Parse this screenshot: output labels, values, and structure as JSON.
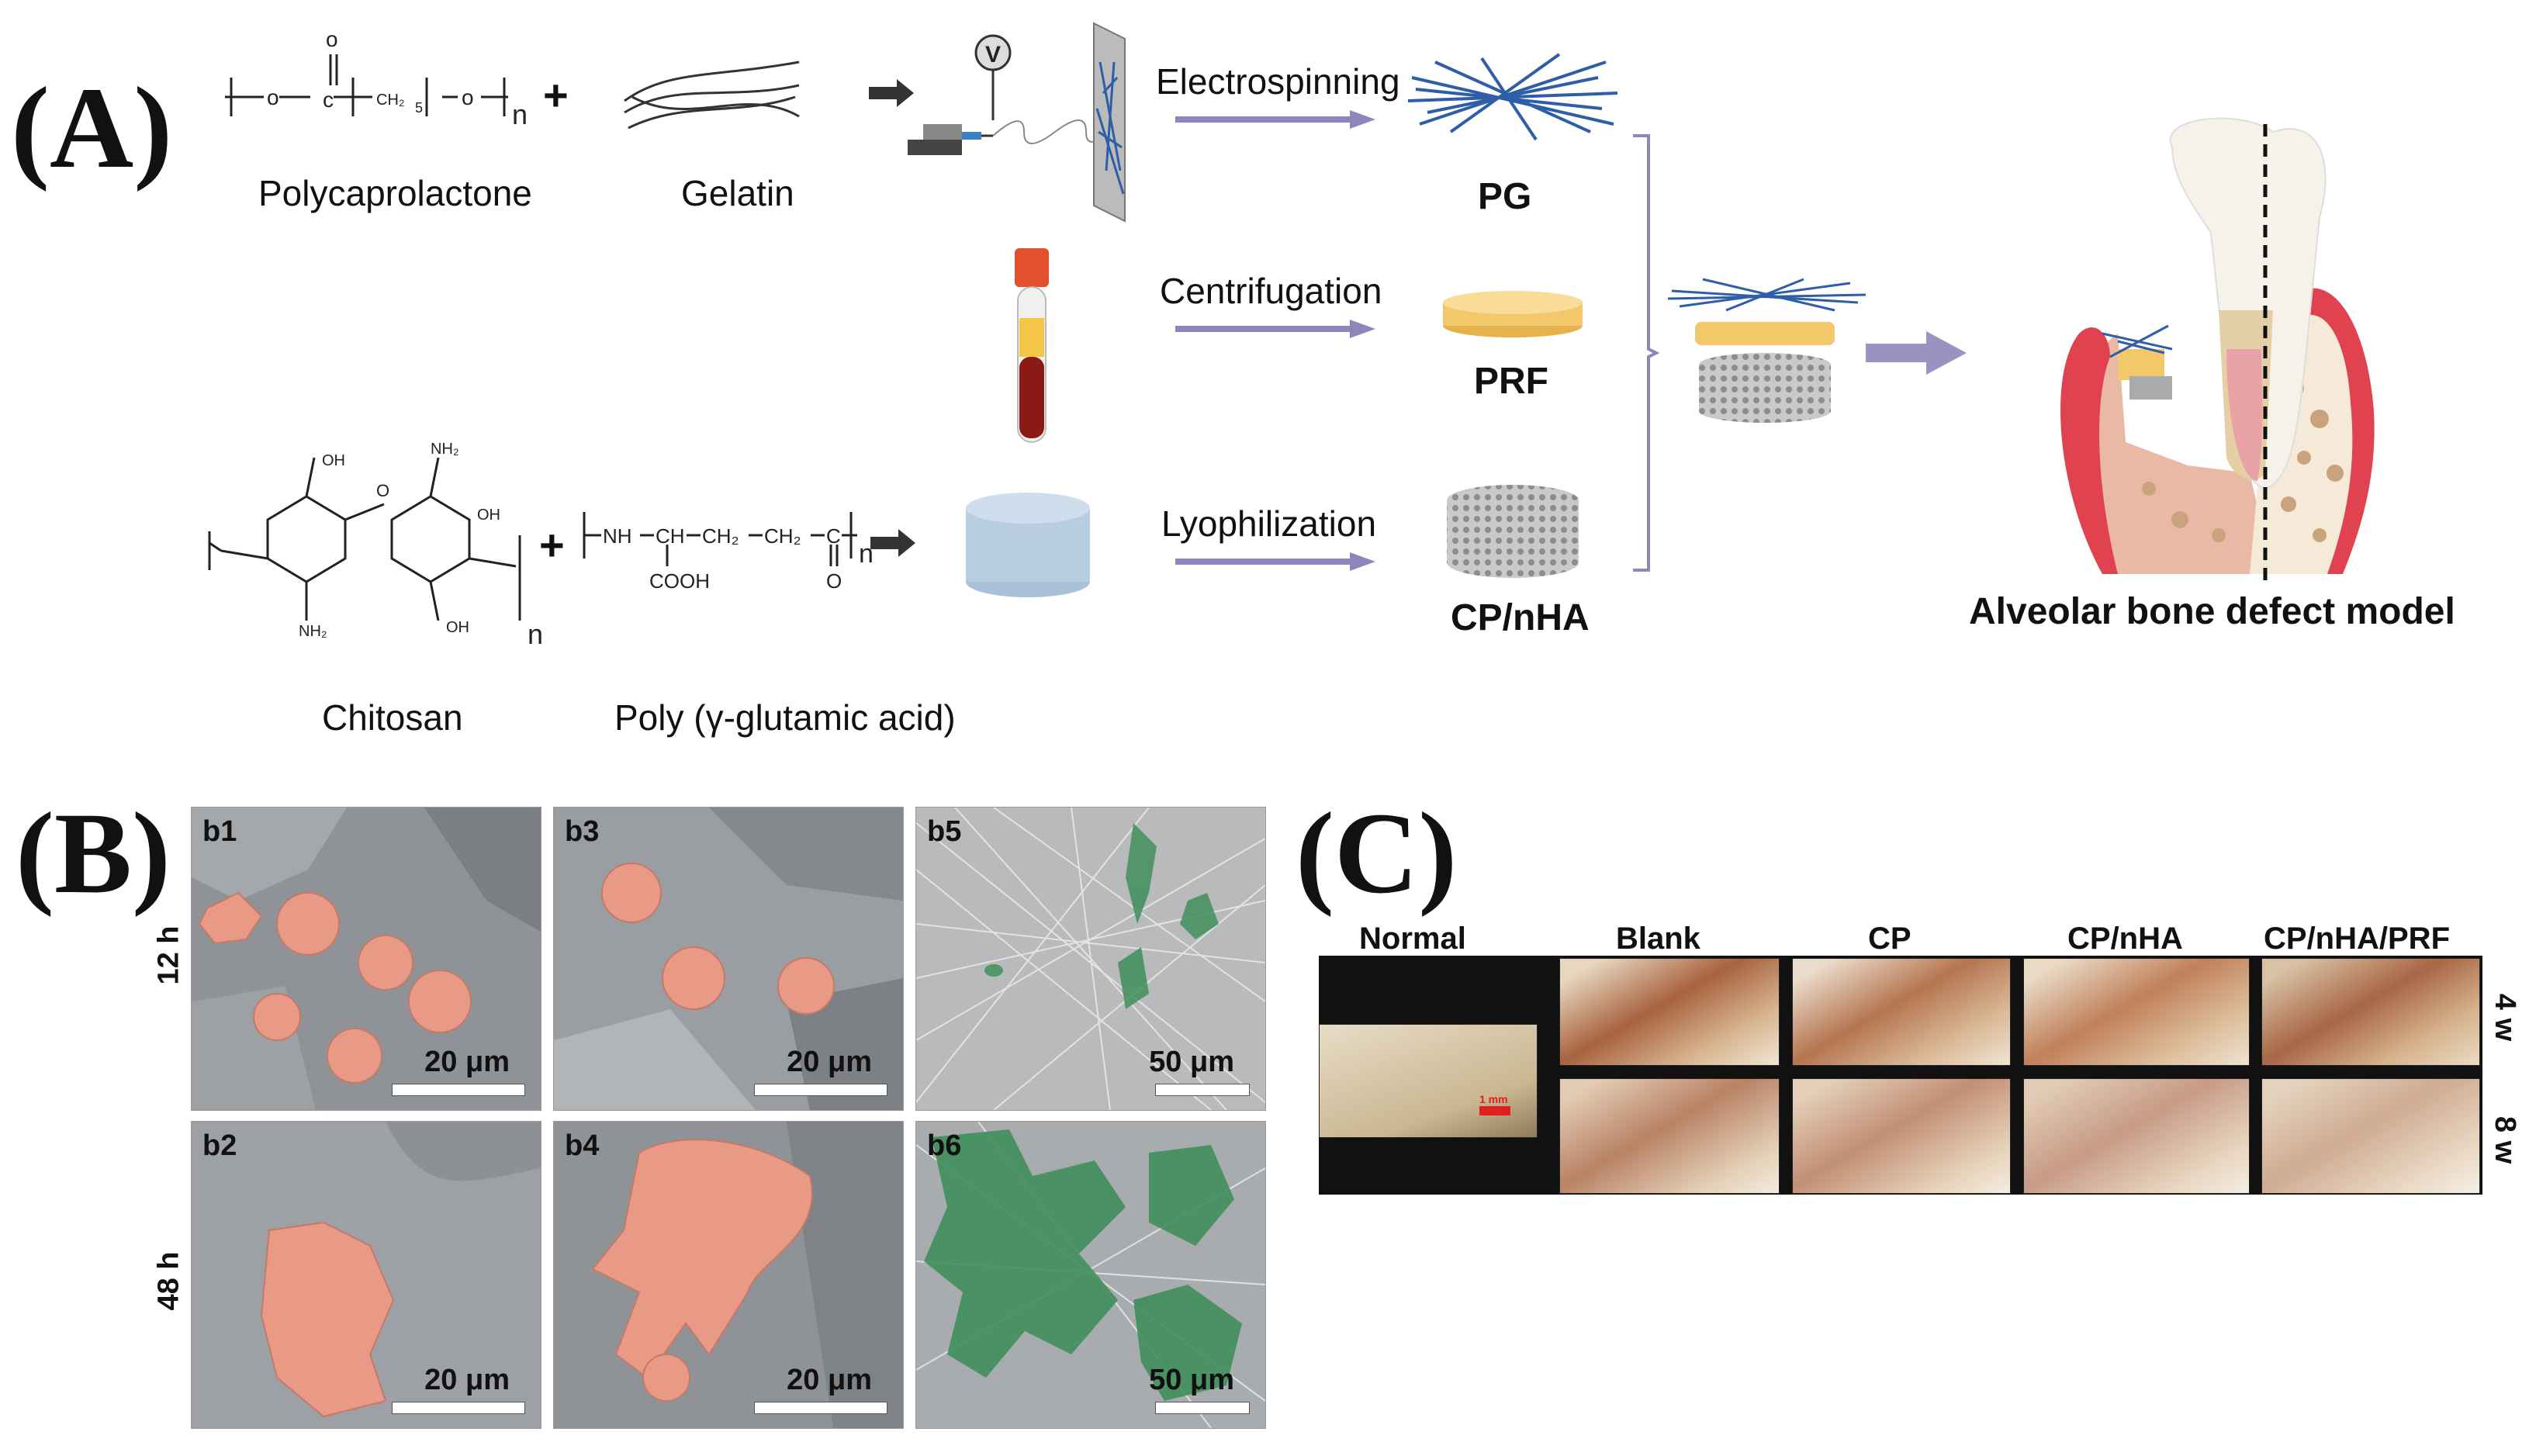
{
  "panels": {
    "a": "(A)",
    "b": "(B)",
    "c": "(C)"
  },
  "panel_a": {
    "materials": {
      "polycaprolactone": "Polycaprolactone",
      "gelatin": "Gelatin",
      "chitosan": "Chitosan",
      "pgga": "Poly (γ-glutamic acid)"
    },
    "processes": {
      "electrospinning": "Electrospinning",
      "centrifugation": "Centrifugation",
      "lyophilization": "Lyophilization"
    },
    "products": {
      "pg": "PG",
      "prf": "PRF",
      "cpnha": "CP/nHA"
    },
    "model_label": "Alveolar bone defect model",
    "plus": "+",
    "voltage": "V",
    "chem": {
      "pcl_repeat": "n",
      "pgga_nh": "NH",
      "pgga_ch": "CH",
      "pgga_ch2a": "CH₂",
      "pgga_ch2b": "CH₂",
      "pgga_c": "C",
      "pgga_cooh": "COOH",
      "pgga_o": "O",
      "pgga_n": "n",
      "chitosan_n": "n"
    }
  },
  "panel_b": {
    "rows": [
      "12 h",
      "48 h"
    ],
    "tiles": [
      {
        "id": "b1",
        "scale": "20 μm"
      },
      {
        "id": "b3",
        "scale": "20 μm"
      },
      {
        "id": "b5",
        "scale": "50 μm"
      },
      {
        "id": "b2",
        "scale": "20 μm"
      },
      {
        "id": "b4",
        "scale": "20 μm"
      },
      {
        "id": "b6",
        "scale": "50 μm"
      }
    ]
  },
  "panel_c": {
    "columns": [
      "Normal",
      "Blank",
      "CP",
      "CP/nHA",
      "CP/nHA/PRF"
    ],
    "weeks": [
      "4 w",
      "8 w"
    ],
    "scalebar": "1 mm"
  },
  "colors": {
    "cell_pink": "#e99a86",
    "cell_green": "#3f8f5b",
    "fiber_blue": "#2f5ea8",
    "arrow_purple": "#8e86b8",
    "gum_red": "#e0424f",
    "prf_yellow": "#f2c86a"
  }
}
